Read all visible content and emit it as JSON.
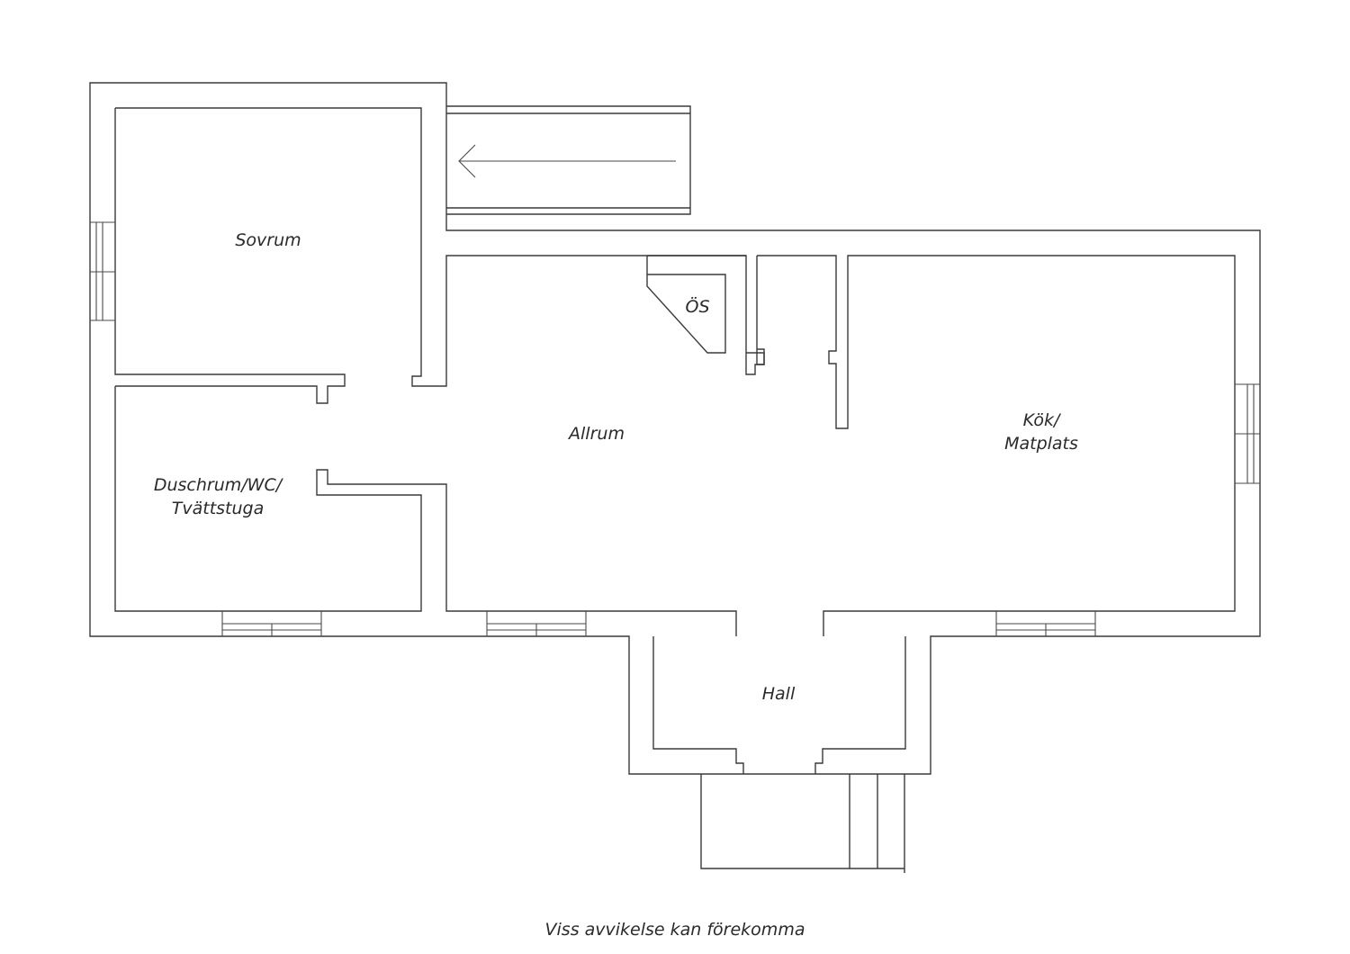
{
  "rooms": {
    "sovrum": "Sovrum",
    "os": "ÖS",
    "allrum": "Allrum",
    "kok_line1": "Kök/",
    "kok_line2": "Matplats",
    "duschrum_line1": "Duschrum/WC/",
    "duschrum_line2": "Tvättstuga",
    "hall": "Hall"
  },
  "disclaimer": "Viss avvikelse kan förekomma",
  "colors": {
    "line": "#3a3a3a",
    "background": "#ffffff"
  },
  "icons": {
    "entry_arrow": "arrow-left-icon"
  }
}
